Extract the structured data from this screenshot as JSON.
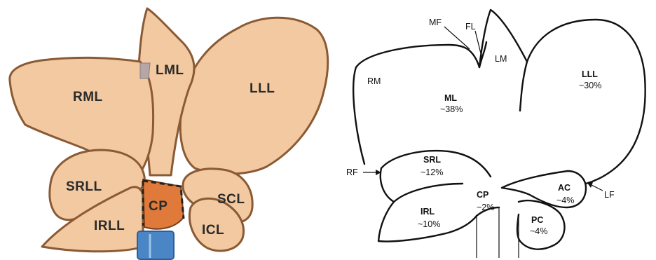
{
  "illustration": {
    "labels": {
      "rml": "RML",
      "lml": "LML",
      "lll": "LLL",
      "srll": "SRLL",
      "irll": "IRLL",
      "cp": "CP",
      "scl": "SCL",
      "icl": "ICL"
    }
  },
  "schematic": {
    "labels": {
      "mf": "MF",
      "fl": "FL",
      "lm": "LM",
      "rm": "RM",
      "ml": "ML",
      "ml_pct": "~38%",
      "lll": "LLL",
      "lll_pct": "~30%",
      "rf": "RF",
      "srl": "SRL",
      "srl_pct": "~12%",
      "cp": "CP",
      "cp_pct": "~2%",
      "irl": "IRL",
      "irl_pct": "~10%",
      "ac": "AC",
      "ac_pct": "~4%",
      "pc": "PC",
      "pc_pct": "~4%",
      "lf": "LF"
    }
  }
}
